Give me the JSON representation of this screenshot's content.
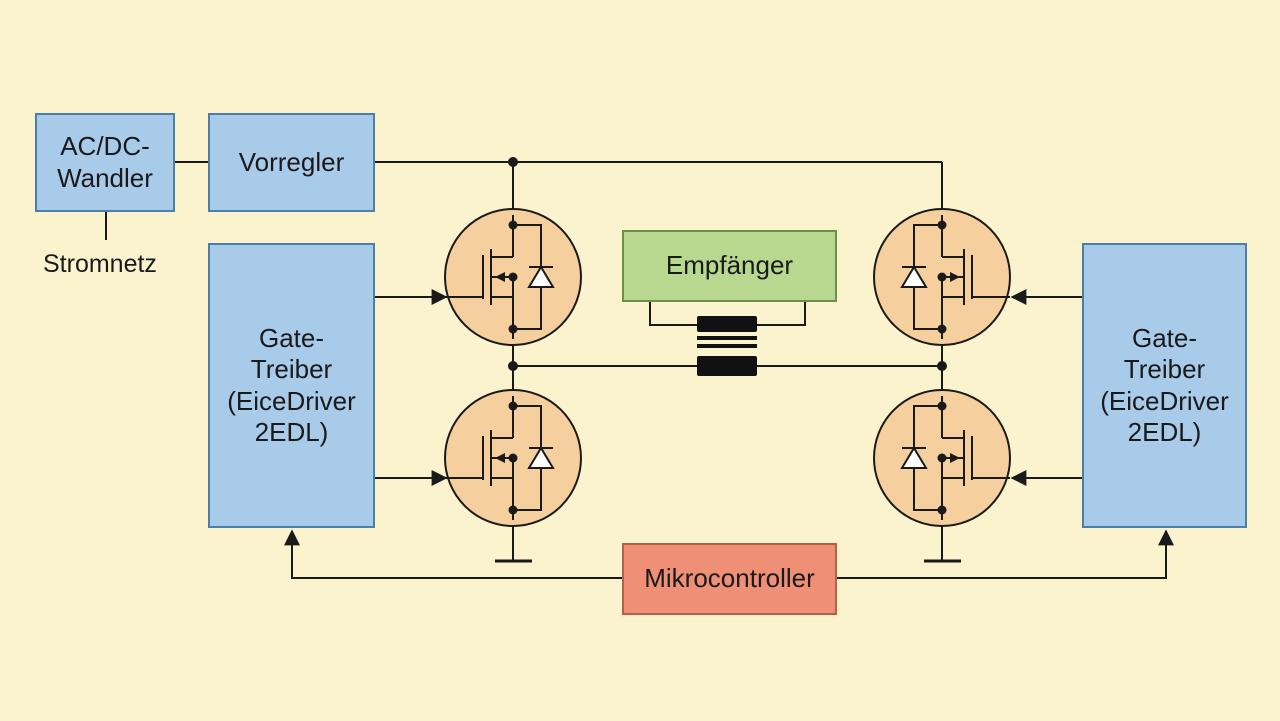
{
  "blocks": {
    "acdc": "AC/DC-\nWandler",
    "vorregler": "Vorregler",
    "gate_left": "Gate-\nTreiber\n(EiceDriver\n2EDL)",
    "gate_right": "Gate-\nTreiber\n(EiceDriver\n2EDL)",
    "empfaenger": "Empfänger",
    "mikrocontroller": "Mikrocontroller"
  },
  "labels": {
    "stromnetz": "Stromnetz"
  },
  "colors": {
    "background": "#fbf3cd",
    "block_blue": "#a9cbea",
    "block_green": "#b8d890",
    "block_red": "#ef8f76",
    "transistor_fill": "#f6cf9e",
    "wire": "#1a1a1a"
  }
}
